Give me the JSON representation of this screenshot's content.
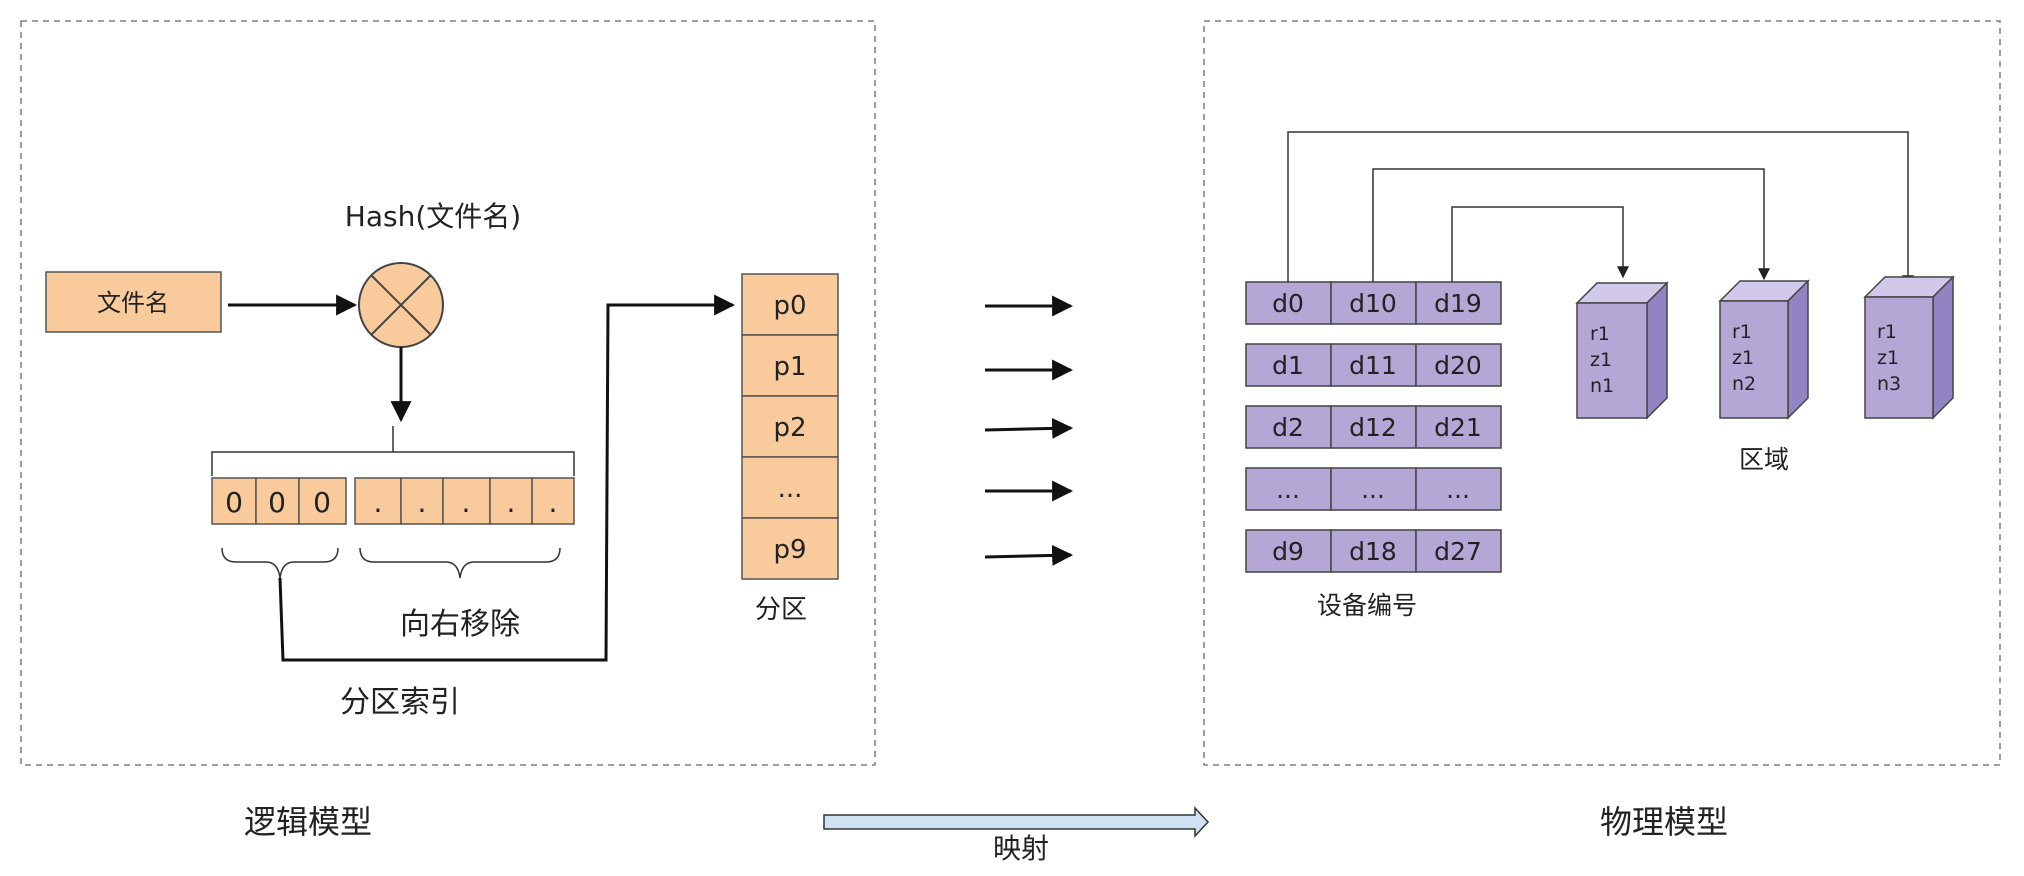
{
  "logical": {
    "label": "逻辑模型",
    "filename_box": "文件名",
    "hash_label": "Hash(文件名)",
    "bits_index": [
      "0",
      "0",
      "0"
    ],
    "bits_shift": [
      ".",
      ".",
      ".",
      ".",
      "."
    ],
    "shift_label": "向右移除",
    "index_label": "分区索引",
    "partitions": [
      "p0",
      "p1",
      "p2",
      "...",
      "p9"
    ],
    "partitions_label": "分区"
  },
  "mapping": {
    "label": "映射"
  },
  "physical": {
    "label": "物理模型",
    "device_rows": [
      [
        "d0",
        "d10",
        "d19"
      ],
      [
        "d1",
        "d11",
        "d20"
      ],
      [
        "d2",
        "d12",
        "d21"
      ],
      [
        "...",
        "...",
        "..."
      ],
      [
        "d9",
        "d18",
        "d27"
      ]
    ],
    "devices_label": "设备编号",
    "zones": [
      {
        "lines": [
          "r1",
          "z1",
          "n1"
        ]
      },
      {
        "lines": [
          "r1",
          "z1",
          "n2"
        ]
      },
      {
        "lines": [
          "r1",
          "z1",
          "n3"
        ]
      }
    ],
    "zones_label": "区域"
  },
  "colors": {
    "partition": "#f9cb9c",
    "device": "#b4a7d6",
    "arrow_fill": "#cfe2f3"
  }
}
